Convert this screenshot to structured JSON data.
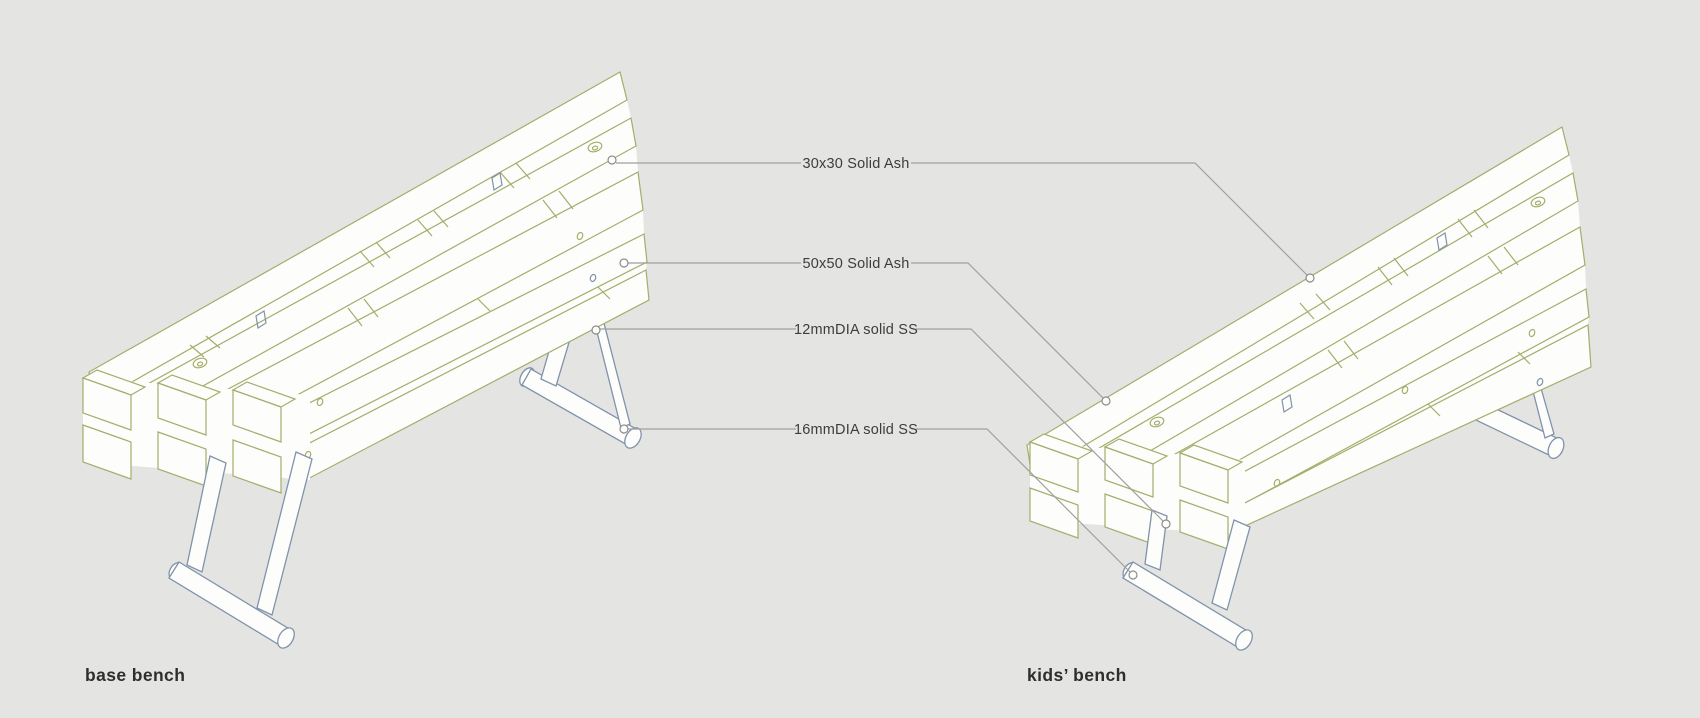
{
  "diagram": {
    "type": "product-assembly-diagram",
    "background": "#e4e4e3",
    "benches": [
      {
        "name": "base bench"
      },
      {
        "name": "kids’ bench"
      }
    ],
    "callouts": [
      {
        "label": "30x30 Solid Ash",
        "material": "solid ash wood slat 30x30 mm"
      },
      {
        "label": "50x50 Solid Ash",
        "material": "solid ash wood beam 50x50 mm"
      },
      {
        "label": "12mmDIA solid SS",
        "material": "12 mm diameter solid stainless steel"
      },
      {
        "label": "16mmDIA solid SS",
        "material": "16 mm diameter solid stainless steel"
      }
    ],
    "colors": {
      "wood_outline": "#a5ad6a",
      "metal_outline": "#8093aa",
      "leader_line": "#a0a09e",
      "drawing_fill": "#fdfdfc",
      "label_text": "#3d3d3b",
      "title_text": "#2e2e2c"
    }
  }
}
